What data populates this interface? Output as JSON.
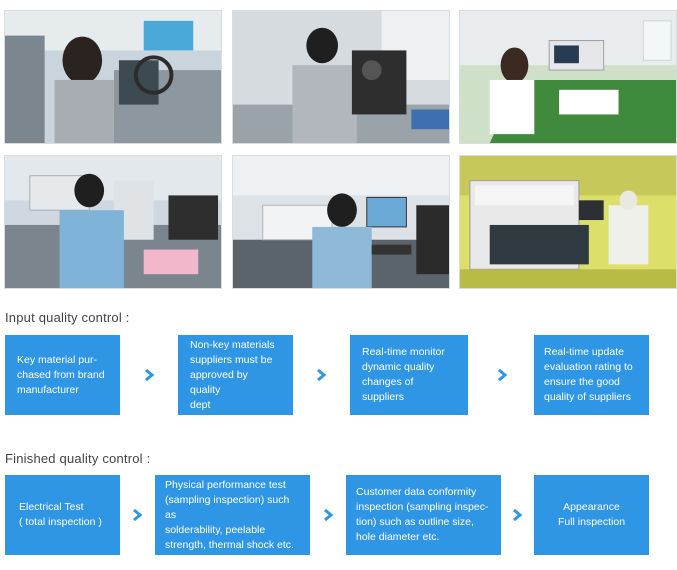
{
  "photos": [
    {
      "name": "photo-microscope-inspection-woman",
      "colors": {
        "bg": "#c9d4dc",
        "accent": "#7d8a93"
      }
    },
    {
      "name": "photo-microscope-inspection-man",
      "colors": {
        "bg": "#d6dbe0",
        "accent": "#5d6a74"
      }
    },
    {
      "name": "photo-oscilloscope-testing",
      "colors": {
        "bg": "#cfe0c9",
        "accent": "#3f8a3c"
      }
    },
    {
      "name": "photo-microscope-station-boy",
      "colors": {
        "bg": "#cfd8e0",
        "accent": "#7fb3d8"
      }
    },
    {
      "name": "photo-xray-measurement-station",
      "colors": {
        "bg": "#dde2e6",
        "accent": "#6aa8d6"
      }
    },
    {
      "name": "photo-optical-measuring-machine",
      "colors": {
        "bg": "#dcdf6a",
        "accent": "#b9b93a"
      }
    }
  ],
  "input_section": {
    "title": "Input quality control :",
    "steps": [
      "Key material pur-\nchased from brand\nmanufacturer",
      "Non-key materials\nsuppliers must be\napproved by quality\ndept",
      "Real-time monitor\ndynamic quality\nchanges of suppliers",
      "Real-time update\nevaluation rating to\nensure the good\nquality of  suppliers"
    ]
  },
  "finished_section": {
    "title": "Finished quality control :",
    "steps": [
      "Electrical Test\n( total inspection )",
      "Physical performance test\n(sampling inspection) such as\nsolderability, peelable\nstrength, thermal shock etc.",
      "Customer data conformity\ninspection (sampling inspec-\ntion) such as outline size,\nhole diameter etc.",
      "Appearance\nFull inspection"
    ]
  },
  "colors": {
    "box_bg": "#2f96e6",
    "arrow": "#2f96e6",
    "box_text": "#ffffff"
  }
}
